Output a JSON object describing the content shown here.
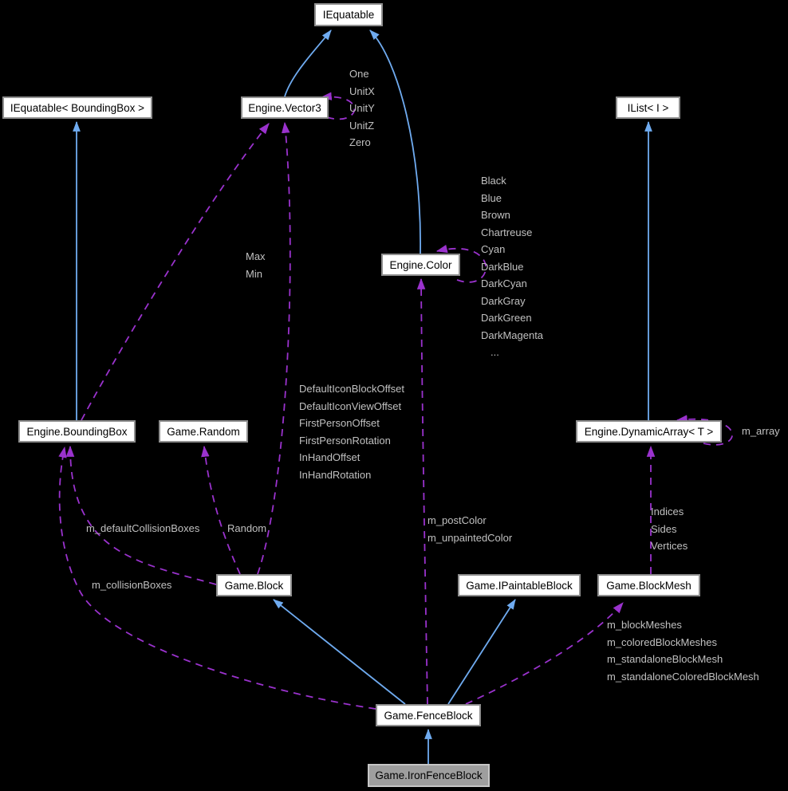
{
  "nodes": {
    "iequatable": {
      "label": "IEquatable"
    },
    "iequatable_boundingbox": {
      "label": "IEquatable< BoundingBox >"
    },
    "vector3": {
      "label": "Engine.Vector3"
    },
    "ilist": {
      "label": "IList< I >"
    },
    "color": {
      "label": "Engine.Color"
    },
    "boundingbox": {
      "label": "Engine.BoundingBox"
    },
    "random": {
      "label": "Game.Random"
    },
    "dynamicarray": {
      "label": "Engine.DynamicArray< T >"
    },
    "block": {
      "label": "Game.Block"
    },
    "ipaintableblock": {
      "label": "Game.IPaintableBlock"
    },
    "blockmesh": {
      "label": "Game.BlockMesh"
    },
    "fenceblock": {
      "label": "Game.FenceBlock"
    },
    "ironfenceblock": {
      "label": "Game.IronFenceBlock"
    }
  },
  "edge_labels": {
    "vector3_self": [
      "One",
      "UnitX",
      "UnitY",
      "UnitZ",
      "Zero"
    ],
    "color_self": [
      "Black",
      "Blue",
      "Brown",
      "Chartreuse",
      "Cyan",
      "DarkBlue",
      "DarkCyan",
      "DarkGray",
      "DarkGreen",
      "DarkMagenta",
      "..."
    ],
    "dynamicarray_self": "m_array",
    "boundingbox_vector3": [
      "Max",
      "Min"
    ],
    "block_vector3": [
      "DefaultIconBlockOffset",
      "DefaultIconViewOffset",
      "FirstPersonOffset",
      "FirstPersonRotation",
      "InHandOffset",
      "InHandRotation"
    ],
    "block_random": "Random",
    "block_boundingbox": "m_defaultCollisionBoxes",
    "fence_boundingbox": "m_collisionBoxes",
    "fence_color": [
      "m_postColor",
      "m_unpaintedColor"
    ],
    "blockmesh_dynamicarray": [
      "Indices",
      "Sides",
      "Vertices"
    ],
    "fence_blockmesh": [
      "m_blockMeshes",
      "m_coloredBlockMeshes",
      "m_standaloneBlockMesh",
      "m_standaloneColoredBlockMesh"
    ]
  },
  "colors": {
    "inheritance_edge": "#6fabf0",
    "usage_edge": "#9a32cd",
    "edge_label_text": "#c0c0c0",
    "node_fill": "#ffffff",
    "node_border": "#8f8f8f",
    "node_text": "#000000",
    "highlight_node_fill": "#9e9e9e",
    "highlight_node_border": "#c6c6c6",
    "background": "#000000"
  }
}
